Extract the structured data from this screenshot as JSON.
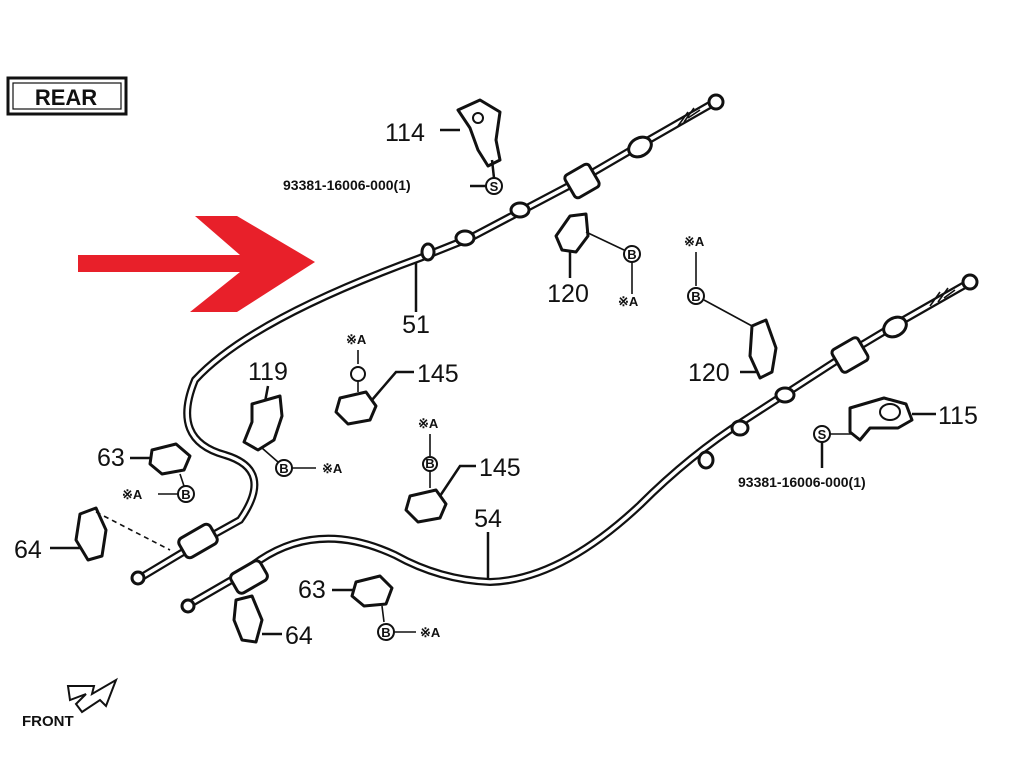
{
  "rear_box": {
    "label": "REAR"
  },
  "front_marker": {
    "label": "FRONT"
  },
  "arrow": {
    "color": "#e8202a"
  },
  "callouts": {
    "part_114": "114",
    "part_51": "51",
    "part_120_left": "120",
    "part_120_right": "120",
    "part_119": "119",
    "part_145_top": "145",
    "part_145_mid": "145",
    "part_63_left": "63",
    "part_63_bottom": "63",
    "part_64_left": "64",
    "part_64_bottom": "64",
    "part_54": "54",
    "part_115": "115"
  },
  "codes": {
    "bolt_top": "93381-16006-000(1)",
    "bolt_right": "93381-16006-000(1)"
  },
  "symbols": {
    "circle_b": "B",
    "circle_s": "S",
    "note_a": "※A"
  }
}
